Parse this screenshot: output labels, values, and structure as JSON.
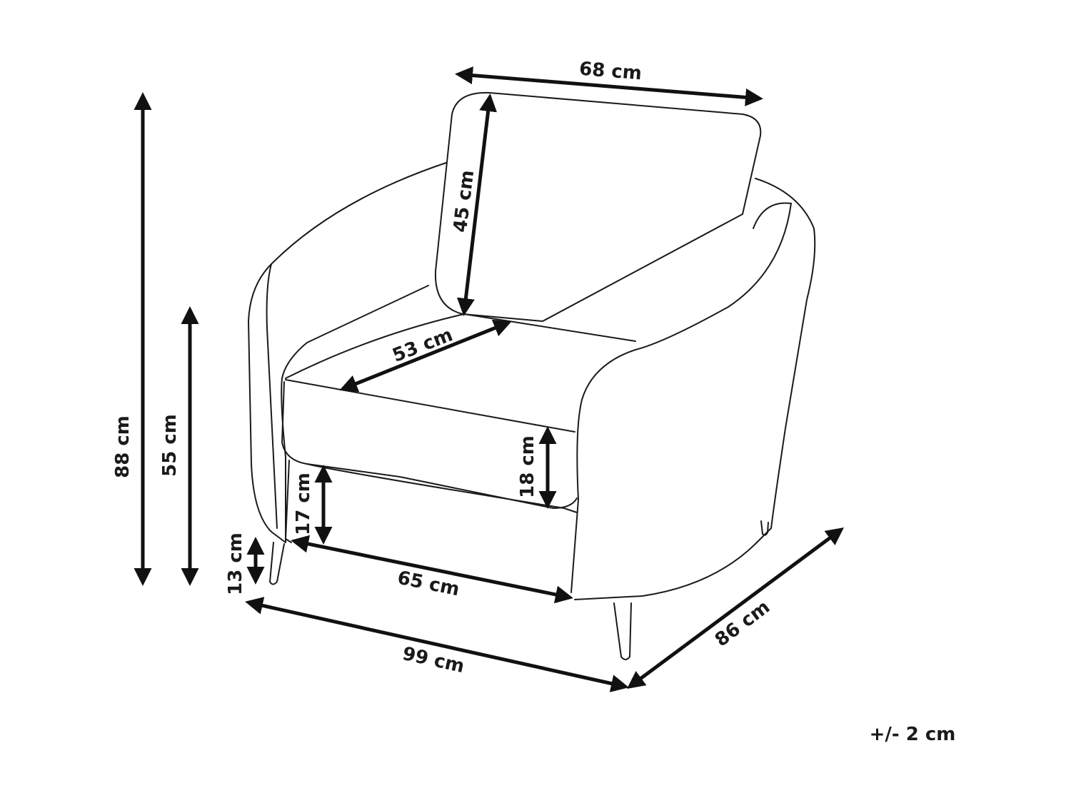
{
  "diagram": {
    "subject": "armchair dimensions",
    "dimensions": {
      "back_width": "68 cm",
      "back_height": "45 cm",
      "seat_depth": "53 cm",
      "total_height": "88 cm",
      "armrest_height": "55 cm",
      "seat_cushion_height": "18 cm",
      "seat_base_height": "17 cm",
      "leg_height": "13 cm",
      "seat_width": "65 cm",
      "total_width": "99 cm",
      "total_depth": "86 cm"
    },
    "tolerance": "+/- 2 cm"
  }
}
